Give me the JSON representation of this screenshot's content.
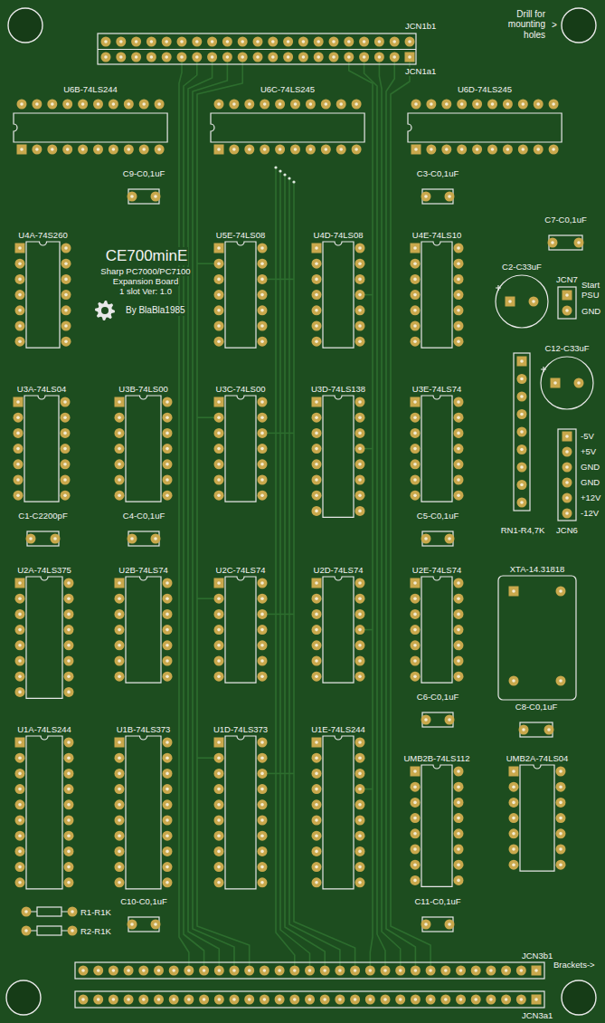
{
  "diagram": {
    "title": "CE700minE",
    "nodes": [
      {
        "text": [
          "JCN1b1",
          "JCN1a1"
        ]
      },
      {
        "text": [
          "U6B-74LS244"
        ]
      },
      {
        "text": [
          "U6C-74LS245"
        ]
      },
      {
        "text": [
          "U6D-74LS245"
        ]
      },
      {
        "text": [
          "C9-C0,1uF"
        ]
      },
      {
        "text": [
          "C3-C0,1uF"
        ]
      },
      {
        "text": [
          "C7-C0,1uF"
        ]
      },
      {
        "text": [
          "U4A-74S260"
        ]
      },
      {
        "text": [
          "U5E-74LS08"
        ]
      },
      {
        "text": [
          "U4D-74LS08"
        ]
      },
      {
        "text": [
          "U4E-74LS10"
        ]
      },
      {
        "text": [
          "C2-C33uF"
        ]
      },
      {
        "text": [
          "JCN7"
        ]
      },
      {
        "text": [
          "C12-C33uF"
        ]
      },
      {
        "text": [
          "U3A-74LS04"
        ]
      },
      {
        "text": [
          "U3B-74LS00"
        ]
      },
      {
        "text": [
          "U3C-74LS00"
        ]
      },
      {
        "text": [
          "U3D-74LS138"
        ]
      },
      {
        "text": [
          "U3E-74LS74"
        ]
      },
      {
        "text": [
          "RN1-R4,7K"
        ]
      },
      {
        "text": [
          "JCN6"
        ]
      },
      {
        "text": [
          "C1-C2200pF"
        ]
      },
      {
        "text": [
          "C4-C0,1uF"
        ]
      },
      {
        "text": [
          "C5-C0,1uF"
        ]
      },
      {
        "text": [
          "XTA-14.31818"
        ]
      },
      {
        "text": [
          "U2A-74LS375"
        ]
      },
      {
        "text": [
          "U2B-74LS74"
        ]
      },
      {
        "text": [
          "U2C-74LS74"
        ]
      },
      {
        "text": [
          "U2D-74LS74"
        ]
      },
      {
        "text": [
          "U2E-74LS74"
        ]
      },
      {
        "text": [
          "C6-C0,1uF"
        ]
      },
      {
        "text": [
          "C8-C0,1uF"
        ]
      },
      {
        "text": [
          "U1A-74LS244"
        ]
      },
      {
        "text": [
          "U1B-74LS373"
        ]
      },
      {
        "text": [
          "U1D-74LS373"
        ]
      },
      {
        "text": [
          "U1E-74LS244"
        ]
      },
      {
        "text": [
          "UMB2B-74LS112"
        ]
      },
      {
        "text": [
          "UMB2A-74LS04"
        ]
      },
      {
        "text": [
          "C10-C0,1uF"
        ]
      },
      {
        "text": [
          "C11-C0,1uF"
        ]
      },
      {
        "text": [
          "R1-R1K"
        ]
      },
      {
        "text": [
          "R2-R1K"
        ]
      },
      {
        "text": [
          "JCN3b1",
          "JCN3a1"
        ]
      }
    ],
    "labels": [
      "Drill for mounting holes",
      ">",
      "Sharp PC7000/PC7100",
      "Expansion Board",
      "1 slot Ver: 1.0",
      "By BlaBla1985",
      "Start PSU",
      "GND",
      "-5V",
      "+5V",
      "GND",
      "GND",
      "+12V",
      "-12V",
      "Brackets->"
    ]
  }
}
